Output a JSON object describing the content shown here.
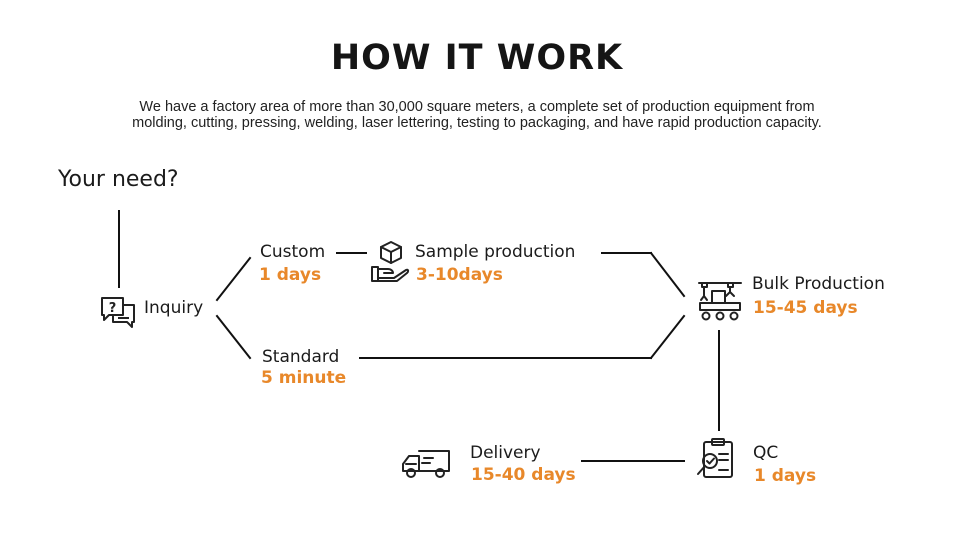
{
  "header": {
    "title": "HOW IT WORK",
    "description_line1": "We have a factory area of more than 30,000 square meters, a complete set of production equipment from",
    "description_line2": "molding,  cutting, pressing, welding, laser lettering, testing to packaging, and have rapid production capacity."
  },
  "flow": {
    "start": "Your need?",
    "inquiry": {
      "label": "Inquiry",
      "icon": "chat-question-icon"
    },
    "custom": {
      "label": "Custom",
      "time": "1 days"
    },
    "standard": {
      "label": "Standard",
      "time": "5 minute"
    },
    "sample": {
      "label": "Sample production",
      "time": "3-10days",
      "icon": "hand-box-icon"
    },
    "bulk": {
      "label": "Bulk Production",
      "time": "15-45 days",
      "icon": "factory-robot-icon"
    },
    "qc": {
      "label": "QC",
      "time": "1 days",
      "icon": "clipboard-check-icon"
    },
    "delivery": {
      "label": "Delivery",
      "time": "15-40 days",
      "icon": "delivery-truck-icon"
    }
  },
  "colors": {
    "accent": "#e8882a",
    "text": "#1b1b1b",
    "line": "#111111"
  }
}
